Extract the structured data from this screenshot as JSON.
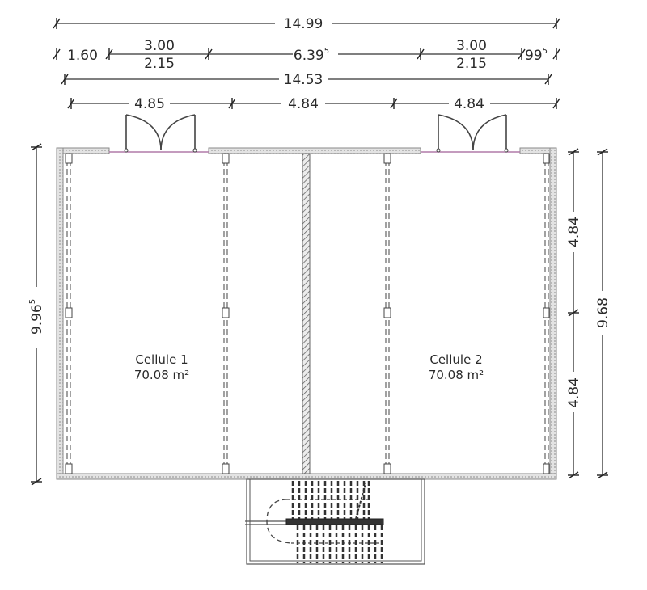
{
  "plan": {
    "dimensions_top": {
      "overall_outer": "14.99",
      "row2": {
        "left_offset": "1.60",
        "left_door_upper": "3.00",
        "left_door_lower": "2.15",
        "middle": "6.39",
        "middle_sup": "5",
        "right_door_upper": "3.00",
        "right_door_lower": "2.15",
        "right_offset": "99",
        "right_offset_sup": "5"
      },
      "overall_inner": "14.53",
      "bays": [
        "4.85",
        "4.84",
        "4.84"
      ]
    },
    "dimensions_left": {
      "height": "9.96",
      "height_sup": "5"
    },
    "dimensions_right": {
      "segments": [
        "4.84",
        "4.84"
      ],
      "total": "9.68"
    },
    "rooms": [
      {
        "name": "Cellule 1",
        "area": "70.08 m²"
      },
      {
        "name": "Cellule 2",
        "area": "70.08 m²"
      }
    ],
    "colors": {
      "wall_fill": "#d9d9d9",
      "line": "#555555",
      "door_threshold": "#b07aa8"
    }
  }
}
